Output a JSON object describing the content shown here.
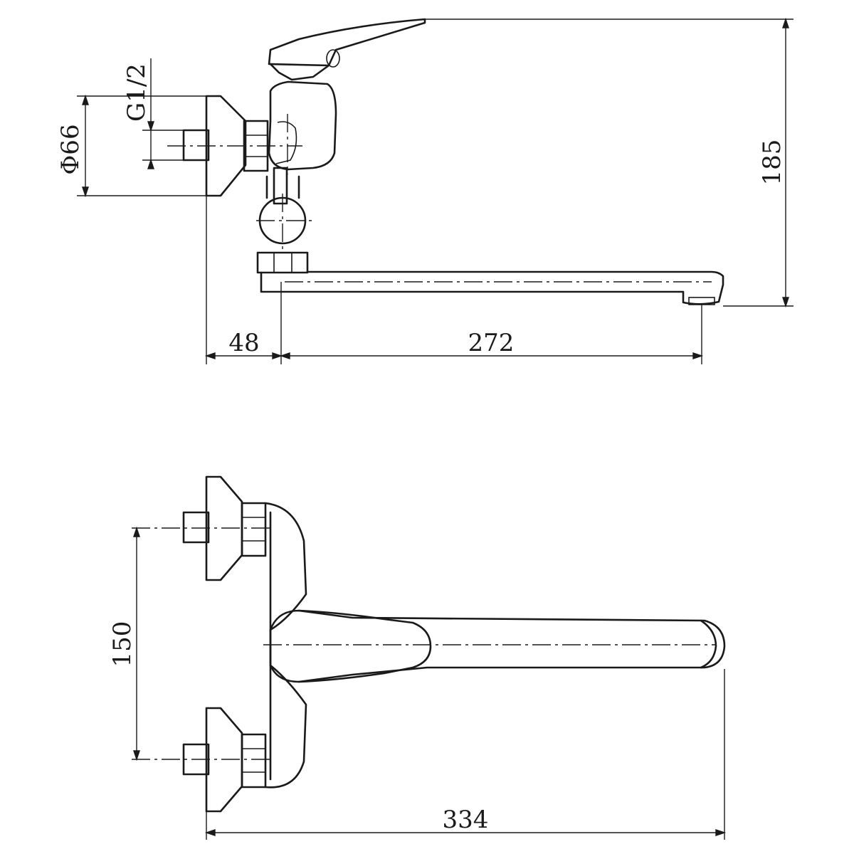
{
  "drawing": {
    "colors": {
      "line": "#1a1a1a",
      "background": "#ffffff"
    },
    "side_view": {
      "dimensions": {
        "flange_diameter": "Φ66",
        "thread": "G1/2",
        "height": "185",
        "wall_offset": "48",
        "spout_reach": "272"
      }
    },
    "top_view": {
      "dimensions": {
        "inlet_spacing": "150",
        "overall_length": "334"
      }
    }
  }
}
